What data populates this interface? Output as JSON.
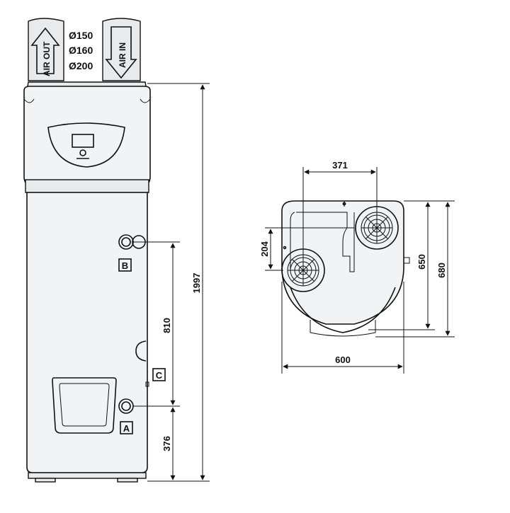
{
  "diagram": {
    "ducts": {
      "air_out": "AIR OUT",
      "air_in": "AIR IN",
      "diameters": [
        "Ø150",
        "Ø160",
        "Ø200"
      ]
    },
    "connections": {
      "a": "A",
      "b": "B",
      "c": "C"
    },
    "dimensions": {
      "total_height": "1997",
      "b_to_a": "810",
      "a_to_floor": "376",
      "fan_spacing": "371",
      "fan_offset": "204",
      "depth_inner": "650",
      "depth_outer": "680",
      "width": "600"
    }
  }
}
